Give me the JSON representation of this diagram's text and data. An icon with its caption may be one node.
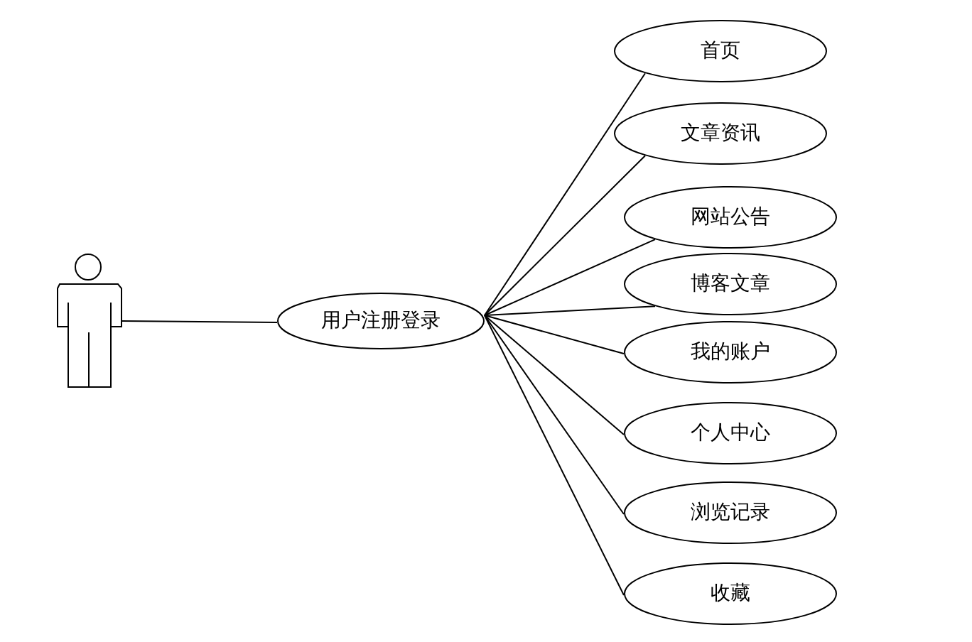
{
  "diagram": {
    "nodes": [
      {
        "text": [],
        "shape": "person"
      },
      {
        "text": [
          "用户注册登录"
        ]
      },
      {
        "text": [
          "首页"
        ]
      },
      {
        "text": [
          "文章资讯"
        ]
      },
      {
        "text": [
          "网站公告"
        ]
      },
      {
        "text": [
          "博客文章"
        ]
      },
      {
        "text": [
          "我的账户"
        ]
      },
      {
        "text": [
          "个人中心"
        ]
      },
      {
        "text": [
          "浏览记录"
        ]
      },
      {
        "text": [
          "收藏"
        ]
      }
    ],
    "edges": [
      {
        "from": 0,
        "to": 1,
        "arrow": "none"
      },
      {
        "from": 1,
        "to": 2,
        "arrow": "none"
      },
      {
        "from": 1,
        "to": 3,
        "arrow": "none"
      },
      {
        "from": 1,
        "to": 4,
        "arrow": "none"
      },
      {
        "from": 1,
        "to": 5,
        "arrow": "none"
      },
      {
        "from": 1,
        "to": 6,
        "arrow": "none"
      },
      {
        "from": 1,
        "to": 7,
        "arrow": "none"
      },
      {
        "from": 1,
        "to": 8,
        "arrow": "none"
      },
      {
        "from": 1,
        "to": 9,
        "arrow": "none"
      }
    ]
  }
}
